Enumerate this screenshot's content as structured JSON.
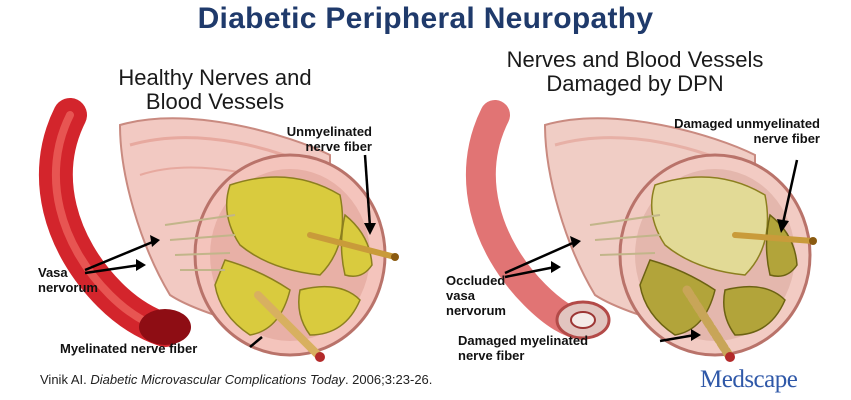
{
  "title": "Diabetic Peripheral Neuropathy",
  "healthy": {
    "heading_line1": "Healthy Nerves and",
    "heading_line2": "Blood Vessels",
    "labels": {
      "unmyelinated": "Unmyelinated\nnerve fiber",
      "vasa": "Vasa\nnervorum",
      "myelinated": "Myelinated nerve fiber"
    }
  },
  "damaged": {
    "heading_line1": "Nerves and Blood Vessels",
    "heading_line2": "Damaged by DPN",
    "labels": {
      "unmyelinated": "Damaged unmyelinated\nnerve fiber",
      "vasa": "Occluded\nvasa\nnervorum",
      "myelinated": "Damaged myelinated\nnerve fiber"
    }
  },
  "citation": {
    "author": "Vinik AI.",
    "work": "Diabetic Microvascular Complications Today",
    "details": ". 2006;3:23-26."
  },
  "logo": "Medscape",
  "colors": {
    "title": "#1f3a6b",
    "sheath": "#f2c9c2",
    "fascicle_healthy": "#d9cb3e",
    "fascicle_damaged": "#b2a43a",
    "vessel_red": "#d3252c",
    "logo": "#2f58a8"
  }
}
